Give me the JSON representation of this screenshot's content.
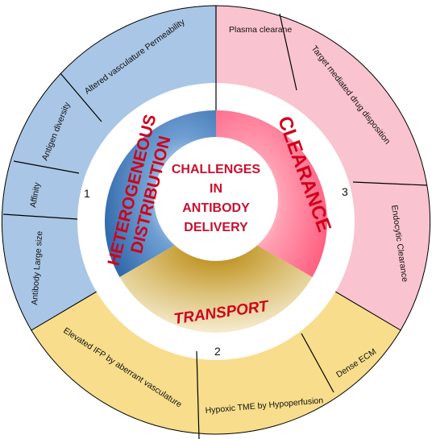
{
  "center": {
    "lines": [
      "CHALLENGES",
      "IN",
      "ANTIBODY",
      "DELIVERY"
    ]
  },
  "sectors": {
    "left": {
      "title_lines": [
        "HETEROGENEOUS",
        "DISTRIBUTION"
      ],
      "number": "1",
      "color": "#3f78b8"
    },
    "right": {
      "title": "CLEARANCE",
      "number": "3",
      "color": "#ff6f8c"
    },
    "bottom": {
      "title": "TRANSPORT",
      "number": "2",
      "color": "#b8860b"
    }
  },
  "outer": {
    "left": {
      "color": "#a9c6e6",
      "labels": [
        "Altered vasculature Permeability",
        "Antigen diversity",
        "Affinity",
        "Antibody Large size"
      ]
    },
    "right": {
      "color": "#f9c3cf",
      "labels": [
        "Plasma clearane",
        "Target mediated drug disposition",
        "Endocytic Clearance"
      ]
    },
    "bottom": {
      "color": "#f7dd8c",
      "labels": [
        "Elevated IFP by aberrant vasculature",
        "Hypoxic TME by Hypoperfusion",
        "Dense ECM"
      ]
    }
  }
}
